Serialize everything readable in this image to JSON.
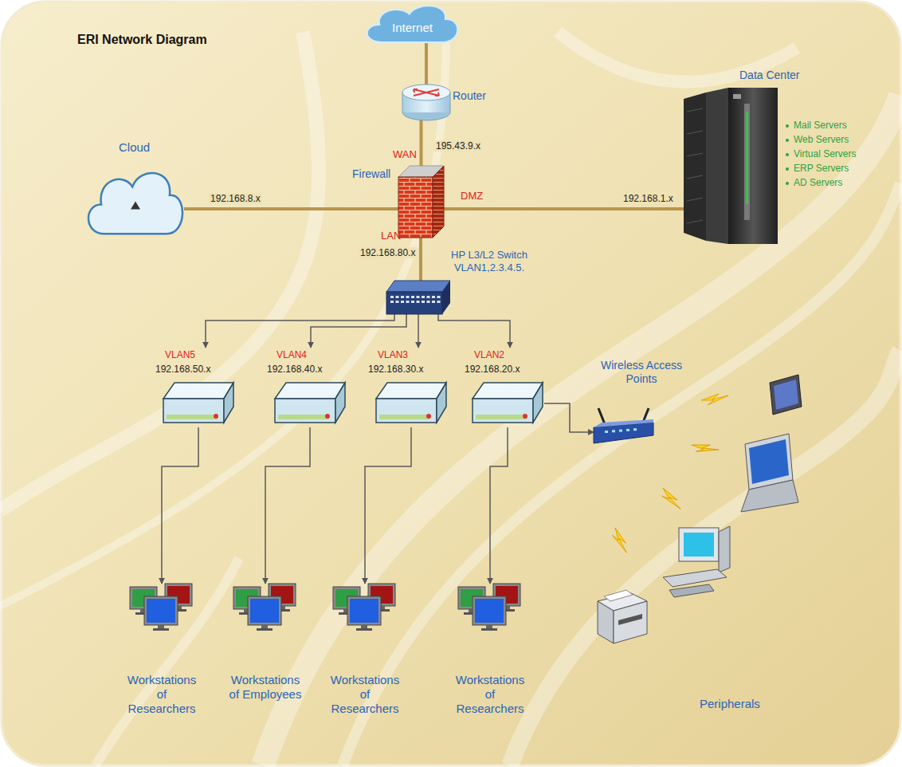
{
  "diagram": {
    "title": "ERI Network Diagram",
    "nodes": [
      {
        "text": [
          "Internet"
        ]
      },
      {
        "text": [
          "Router"
        ]
      },
      {
        "text": [
          "Firewall"
        ]
      },
      {
        "text": [
          "Cloud"
        ]
      },
      {
        "text": [
          "Data Center",
          "Mail Servers",
          "Web Servers",
          "Virtual Servers",
          "ERP Servers",
          "AD Servers"
        ]
      },
      {
        "text": [
          "HP L3/L2 Switch VLAN1,2.3.4.5."
        ]
      },
      {
        "text": [
          "VLAN5",
          "192.168.50.x"
        ]
      },
      {
        "text": [
          "VLAN4",
          "192.168.40.x"
        ]
      },
      {
        "text": [
          "VLAN3",
          "192.168.30.x"
        ]
      },
      {
        "text": [
          "VLAN2",
          "192.168.20.x"
        ]
      },
      {
        "text": [
          "Wireless Access Points"
        ]
      },
      {
        "text": [
          "Peripherals"
        ]
      },
      {
        "text": [
          "Workstations of Researchers"
        ]
      },
      {
        "text": [
          "Workstations of Employees"
        ]
      },
      {
        "text": [
          "Workstations of Researchers"
        ]
      },
      {
        "text": [
          "Workstations of Researchers"
        ]
      }
    ],
    "edges": [
      {
        "from": 0,
        "to": 1,
        "arrow": "none"
      },
      {
        "from": 1,
        "to": 2,
        "label": "195.43.9.x",
        "arrow": "none"
      },
      {
        "from": 2,
        "to": 3,
        "label": "192.168.8.x",
        "arrow": "none"
      },
      {
        "from": 2,
        "to": 4,
        "label": "192.168.1.x",
        "arrow": "none"
      },
      {
        "from": 2,
        "to": 5,
        "label": "192.168.80.x",
        "arrow": "none"
      },
      {
        "from": 5,
        "to": 6,
        "arrow": "to"
      },
      {
        "from": 5,
        "to": 7,
        "arrow": "to"
      },
      {
        "from": 5,
        "to": 8,
        "arrow": "to"
      },
      {
        "from": 5,
        "to": 9,
        "arrow": "to"
      },
      {
        "from": 6,
        "to": 12,
        "arrow": "to"
      },
      {
        "from": 7,
        "to": 13,
        "arrow": "to"
      },
      {
        "from": 8,
        "to": 14,
        "arrow": "to"
      },
      {
        "from": 9,
        "to": 15,
        "arrow": "to"
      },
      {
        "from": 9,
        "to": 10,
        "arrow": "to"
      }
    ],
    "labels": [
      "WAN",
      "DMZ",
      "LAN"
    ]
  }
}
